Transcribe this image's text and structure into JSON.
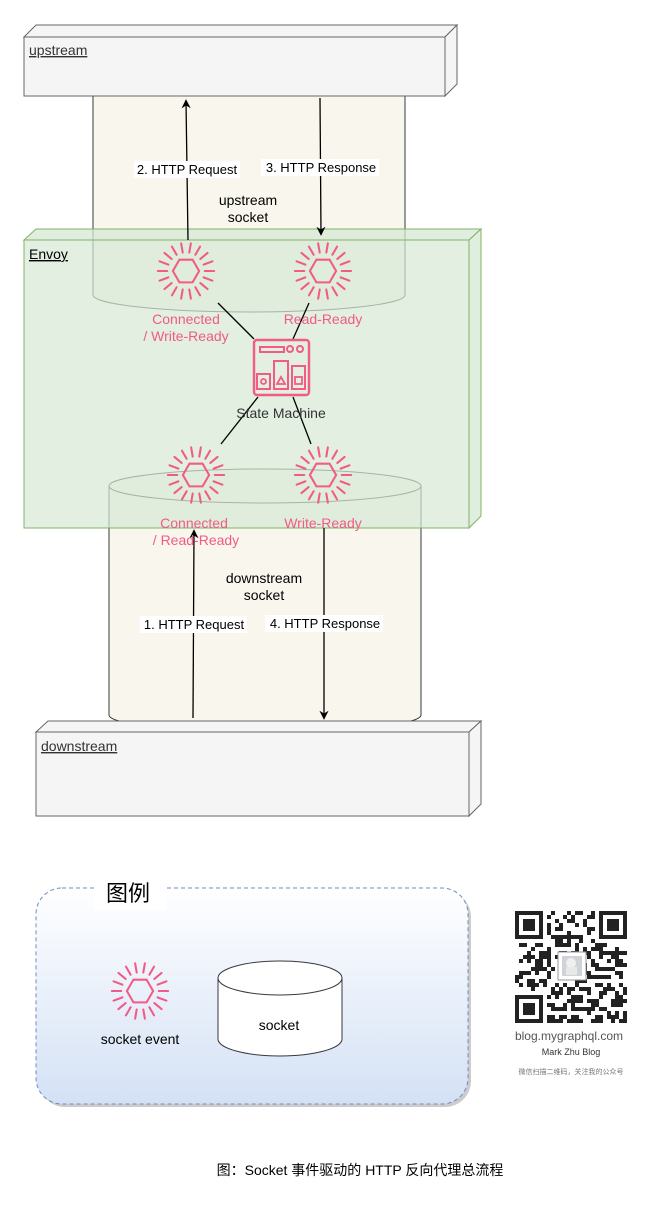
{
  "boxes": {
    "upstream": "upstream",
    "envoy": "Envoy",
    "downstream": "downstream"
  },
  "sockets": {
    "upstream_line1": "upstream",
    "upstream_line2": "socket",
    "downstream_line1": "downstream",
    "downstream_line2": "socket"
  },
  "events": {
    "up_connected_line1": "Connected",
    "up_connected_line2": "/ Write-Ready",
    "up_read_ready": "Read-Ready",
    "down_connected_line1": "Connected",
    "down_connected_line2": "/ Read-Ready",
    "down_write_ready": "Write-Ready"
  },
  "state_machine": "State Machine",
  "arrows": {
    "req1": "1. HTTP Request",
    "req2": "2. HTTP Request",
    "resp3": "3. HTTP Response",
    "resp4": "4. HTTP Response"
  },
  "legend": {
    "title": "图例",
    "socket_event": "socket event",
    "socket": "socket"
  },
  "qr": {
    "url": "blog.mygraphql.com",
    "name": "Mark Zhu Blog",
    "hint": "微信扫描二维码，关注我的公众号"
  },
  "caption": "图：Socket 事件驱动的 HTTP 反向代理总流程",
  "colors": {
    "event": "#f15b85",
    "envoy_fill": "#d5e8d4",
    "envoy_stroke": "#82b366",
    "cylinder_fill": "#f9f7ed",
    "box_fill": "#f5f5f5"
  }
}
